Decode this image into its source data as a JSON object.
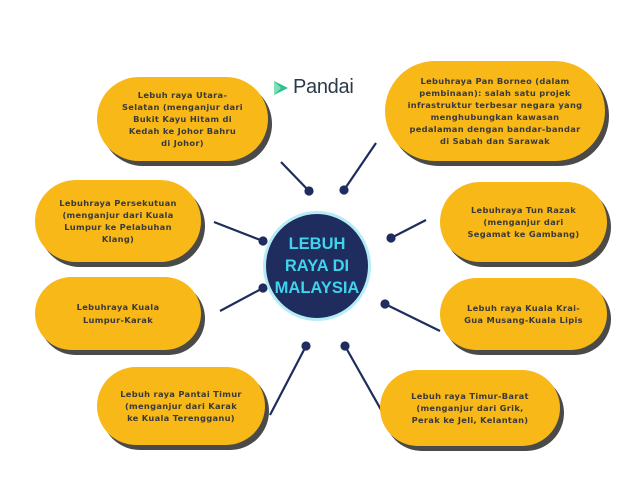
{
  "logo": {
    "text": "Pandai",
    "color": "#2FBF8F"
  },
  "center": {
    "title": "LEBUH\nRAYA DI\nMALAYSIA"
  },
  "colors": {
    "box": "#F8B818",
    "center": "#1F2C5E",
    "center_text": "#3FD3EC",
    "line": "#1F2C5E"
  },
  "nodes": [
    {
      "label": "Lebuh raya Utara-\nSelatan (menganjur dari\nBukit Kayu Hitam di\nKedah ke Johor Bahru\ndi Johor)"
    },
    {
      "label": "Lebuhraya Pan Borneo (dalam\npembinaan): salah satu projek\ninfrastruktur terbesar negara yang\nmenghubungkan kawasan\npedalaman dengan bandar-bandar\ndi Sabah dan Sarawak"
    },
    {
      "label": "Lebuhraya Persekutuan\n(menganjur dari Kuala\nLumpur ke Pelabuhan\nKlang)"
    },
    {
      "label": "Lebuhraya Tun Razak\n(menganjur dari\nSegamat ke Gambang)"
    },
    {
      "label": "Lebuhraya Kuala\nLumpur-Karak"
    },
    {
      "label": "Lebuh raya Kuala Krai-\nGua Musang-Kuala Lipis"
    },
    {
      "label": "Lebuh raya Pantai Timur\n(menganjur dari Karak\nke Kuala Terengganu)"
    },
    {
      "label": "Lebuh raya Timur-Barat\n(menganjur dari Grik,\nPerak ke Jeli, Kelantan)"
    }
  ]
}
